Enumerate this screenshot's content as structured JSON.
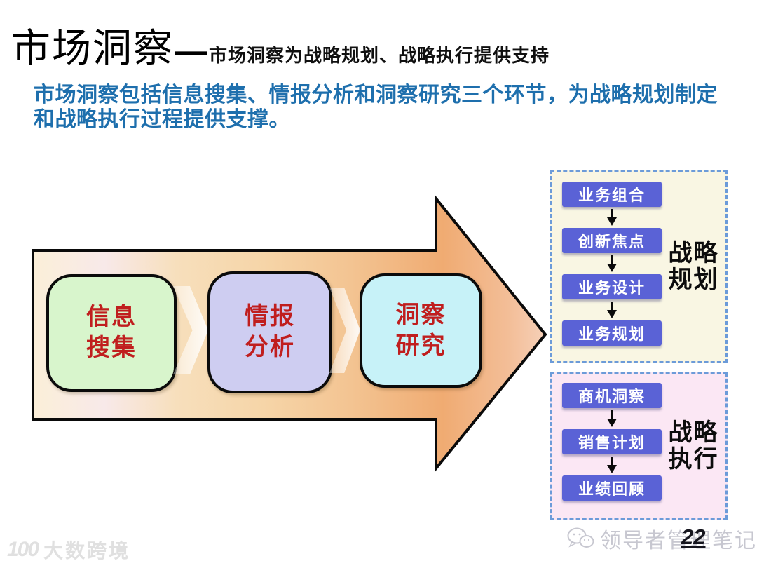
{
  "slide": {
    "title": "市场洞察",
    "title_dash": "—",
    "title_subtitle": "市场洞察为战略规划、战略执行提供支持",
    "intro_text": "市场洞察包括信息搜集、情报分析和洞察研究三个环节，为战略规划制定和战略执行过程提供支撑。",
    "intro_color": "#1E6FAD"
  },
  "process": {
    "steps": [
      {
        "line1": "信息",
        "line2": "搜集",
        "fill": "#D8F5CC"
      },
      {
        "line1": "情报",
        "line2": "分析",
        "fill": "#CECDF1"
      },
      {
        "line1": "洞察",
        "line2": "研究",
        "fill": "#C7F2F8"
      }
    ],
    "step_text_color": "#C01E1E",
    "arrow_gradient": [
      "#FBEFD8",
      "#F8E9E9",
      "#F6D5A8",
      "#F3C492",
      "#F0AB72",
      "#F6D0B8"
    ]
  },
  "planning": {
    "label_line1": "战略",
    "label_line2": "规划",
    "items": [
      "业务组合",
      "创新焦点",
      "业务设计",
      "业务规划"
    ],
    "panel_bg": "#F9F6E3",
    "button_bg": "#5A62D6",
    "border_color": "#6C9BD9"
  },
  "execution": {
    "label_line1": "战略",
    "label_line2": "执行",
    "items": [
      "商机洞察",
      "销售计划",
      "业绩回顾"
    ],
    "panel_bg": "#FBE7F4",
    "button_bg": "#5A62D6",
    "border_color": "#6C9BD9"
  },
  "footer": {
    "left_logo_text": "100",
    "left_watermark": "大数跨境",
    "right_watermark": "领导者管理笔记",
    "page_number": "22"
  }
}
